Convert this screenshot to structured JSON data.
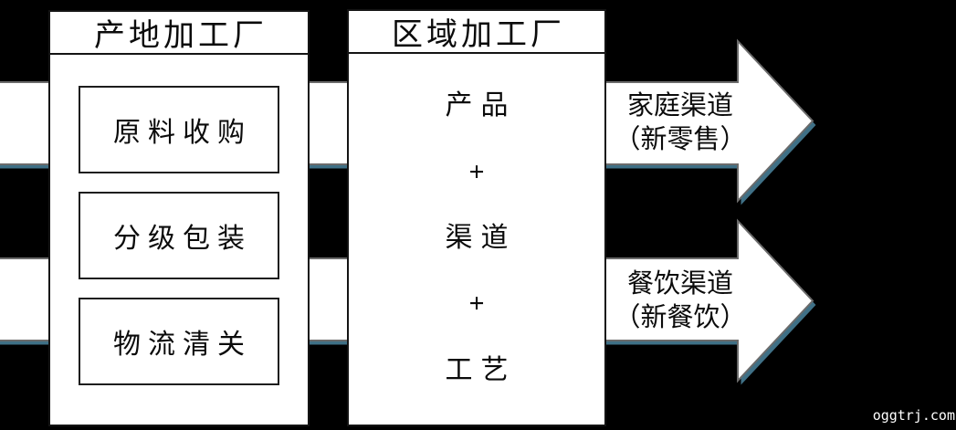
{
  "diagram": {
    "left_box": {
      "title": "产地加工厂",
      "items": [
        "原料收购",
        "分级包装",
        "物流清关"
      ]
    },
    "middle_box": {
      "title": "区域加工厂",
      "items": [
        "产品",
        "+",
        "渠道",
        "+",
        "工艺"
      ]
    },
    "arrows": [
      {
        "line1": "家庭渠道",
        "line2": "（新零售）"
      },
      {
        "line1": "餐饮渠道",
        "line2": "（新餐饮）"
      }
    ],
    "watermark": "oggtrj.com",
    "colors": {
      "background": "#000000",
      "box_fill": "#ffffff",
      "box_border": "#141414",
      "arrow_fill": "#ffffff",
      "arrow_outline": "#6b6b6b",
      "arrow_shadow": "#3f7086"
    }
  }
}
